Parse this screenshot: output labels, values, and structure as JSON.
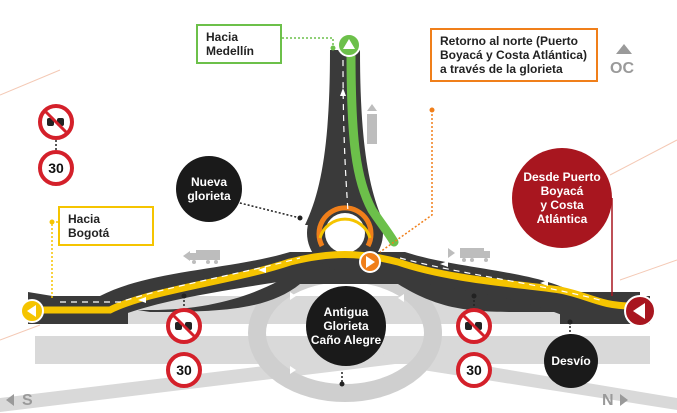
{
  "labels": {
    "medellin": [
      "Hacia",
      "Medellín"
    ],
    "retorno": [
      "Retorno al norte (Puerto",
      "Boyacá y Costa Atlántica)",
      "a través de la glorieta"
    ],
    "bogota": "Hacia Bogotá",
    "nueva_glorieta": [
      "Nueva",
      "glorieta"
    ],
    "desde_puerto": [
      "Desde Puerto",
      "Boyacá",
      "y Costa",
      "Atlántica"
    ],
    "antigua": [
      "Antigua",
      "Glorieta",
      "Caño Alegre"
    ],
    "desvio": "Desvío"
  },
  "signs": {
    "speed_limit": "30"
  },
  "compass": {
    "oc": "OC",
    "s": "S",
    "n": "N"
  },
  "colors": {
    "road": "#3a3a3a",
    "old_road": "#d9d9d9",
    "green_route": "#6cc04a",
    "yellow_route": "#f5c400",
    "orange_route": "#f07f1a",
    "dark_red": "#a8161f",
    "black_circle": "#1a1a1a",
    "sign_red": "#d4202a"
  },
  "icons": [
    "no-overtaking-icon",
    "speed-limit-icon",
    "truck-icon",
    "arrow-icon",
    "compass-icon"
  ]
}
